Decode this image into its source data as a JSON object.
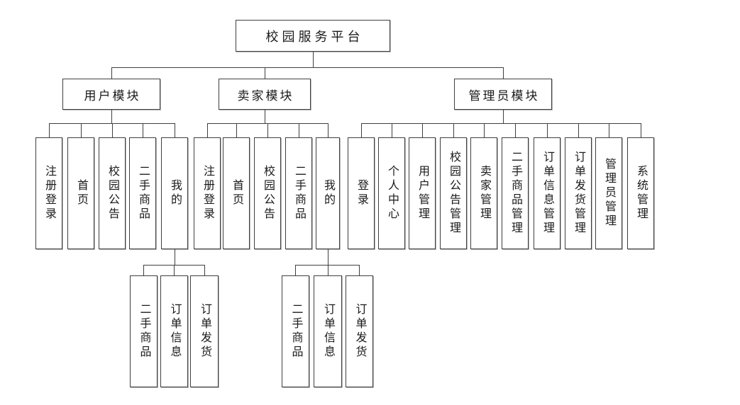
{
  "diagram": {
    "root": {
      "label": "校园服务平台"
    },
    "modules": [
      {
        "label": "用户模块",
        "children": [
          {
            "label": "注册登录"
          },
          {
            "label": "首页"
          },
          {
            "label": "校园公告"
          },
          {
            "label": "二手商品"
          },
          {
            "label": "我的",
            "children": [
              {
                "label": "二手商品"
              },
              {
                "label": "订单信息"
              },
              {
                "label": "订单发货"
              }
            ]
          }
        ]
      },
      {
        "label": "卖家模块",
        "children": [
          {
            "label": "注册登录"
          },
          {
            "label": "首页"
          },
          {
            "label": "校园公告"
          },
          {
            "label": "二手商品"
          },
          {
            "label": "我的",
            "children": [
              {
                "label": "二手商品"
              },
              {
                "label": "订单信息"
              },
              {
                "label": "订单发货"
              }
            ]
          }
        ]
      },
      {
        "label": "管理员模块",
        "children": [
          {
            "label": "登录"
          },
          {
            "label": "个人中心"
          },
          {
            "label": "用户管理"
          },
          {
            "label": "校园公告管理"
          },
          {
            "label": "卖家管理"
          },
          {
            "label": "二手商品管理"
          },
          {
            "label": "订单信息管理"
          },
          {
            "label": "订单发货管理"
          },
          {
            "label": "管理员管理"
          },
          {
            "label": "系统管理"
          }
        ]
      }
    ],
    "colors": {
      "background": "#ffffff",
      "box_border": "#3f3f3f",
      "connector": "#3f3f3f",
      "text": "#1a1a1a"
    }
  }
}
